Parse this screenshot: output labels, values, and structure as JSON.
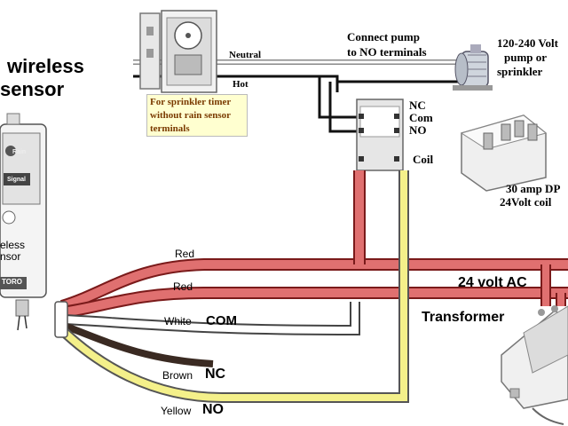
{
  "sensor": {
    "title_line1": "wireless",
    "title_line2": "sensor",
    "device_line1": "eless",
    "device_line2": "nsor",
    "brand": "TORO",
    "rain_label": "Rain",
    "signal_label": "Signal"
  },
  "timer": {
    "neutral_label": "Neutral",
    "hot_label": "Hot",
    "note": [
      "For sprinkler timer",
      "without rain sensor",
      "terminals"
    ]
  },
  "pump": {
    "connect_note": [
      "Connect pump",
      "to NO terminals"
    ],
    "pump_label": [
      "120-240 Volt",
      "pump or",
      "sprinkler"
    ]
  },
  "relay": {
    "terminals": [
      "NC",
      "Com",
      "NO"
    ],
    "coil_label": "Coil",
    "relay_label": [
      "30 amp DP",
      "24Volt coil"
    ]
  },
  "wires": {
    "red1": "Red",
    "red2": "Red",
    "white": "White",
    "white_tag": "COM",
    "brown": "Brown",
    "brown_tag": "NC",
    "yellow": "Yellow",
    "yellow_tag": "NO"
  },
  "transformer": {
    "voltage_label": "24 volt AC",
    "label": "Transformer"
  },
  "colors": {
    "red_wire": "#e07070",
    "red_outline": "#7a1a1a",
    "white_wire": "#ffffff",
    "yellow_wire": "#f4f08a",
    "brown_wire": "#3a2a22",
    "note_bg": "#ffffd0"
  }
}
